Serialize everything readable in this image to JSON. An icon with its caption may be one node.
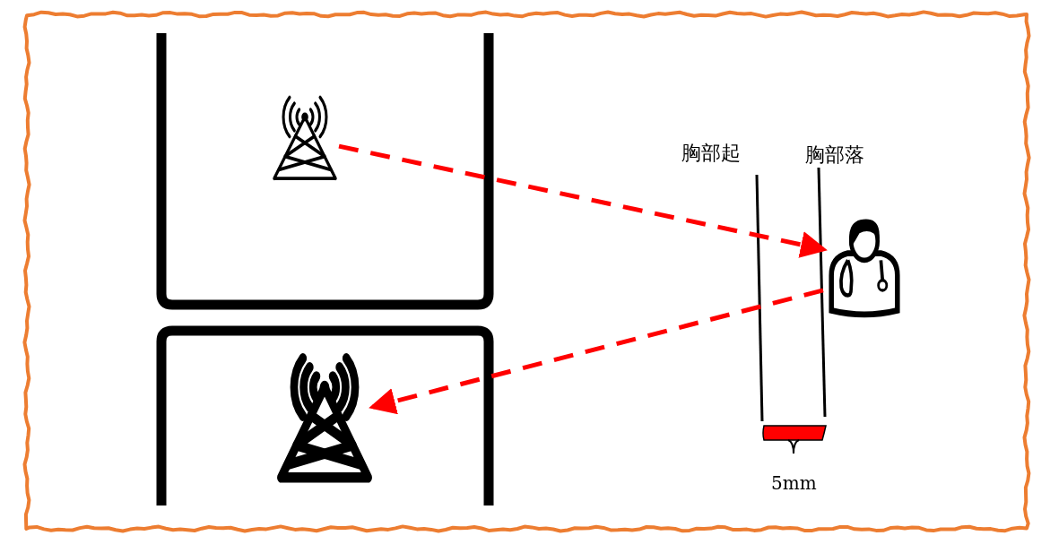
{
  "diagram": {
    "nodes": [
      {
        "text": [],
        "shape": "tower"
      },
      {
        "text": [],
        "shape": "person"
      },
      {
        "text": [],
        "shape": "tower"
      }
    ],
    "edges": [
      {
        "from": 0,
        "to": 1,
        "arrow": "to",
        "style": "dashed",
        "color": "#ff0000"
      },
      {
        "from": 1,
        "to": 2,
        "arrow": "to",
        "style": "dashed",
        "color": "#ff0000"
      }
    ],
    "labels": [
      "胸部起",
      "胸部落",
      "5mm"
    ]
  }
}
